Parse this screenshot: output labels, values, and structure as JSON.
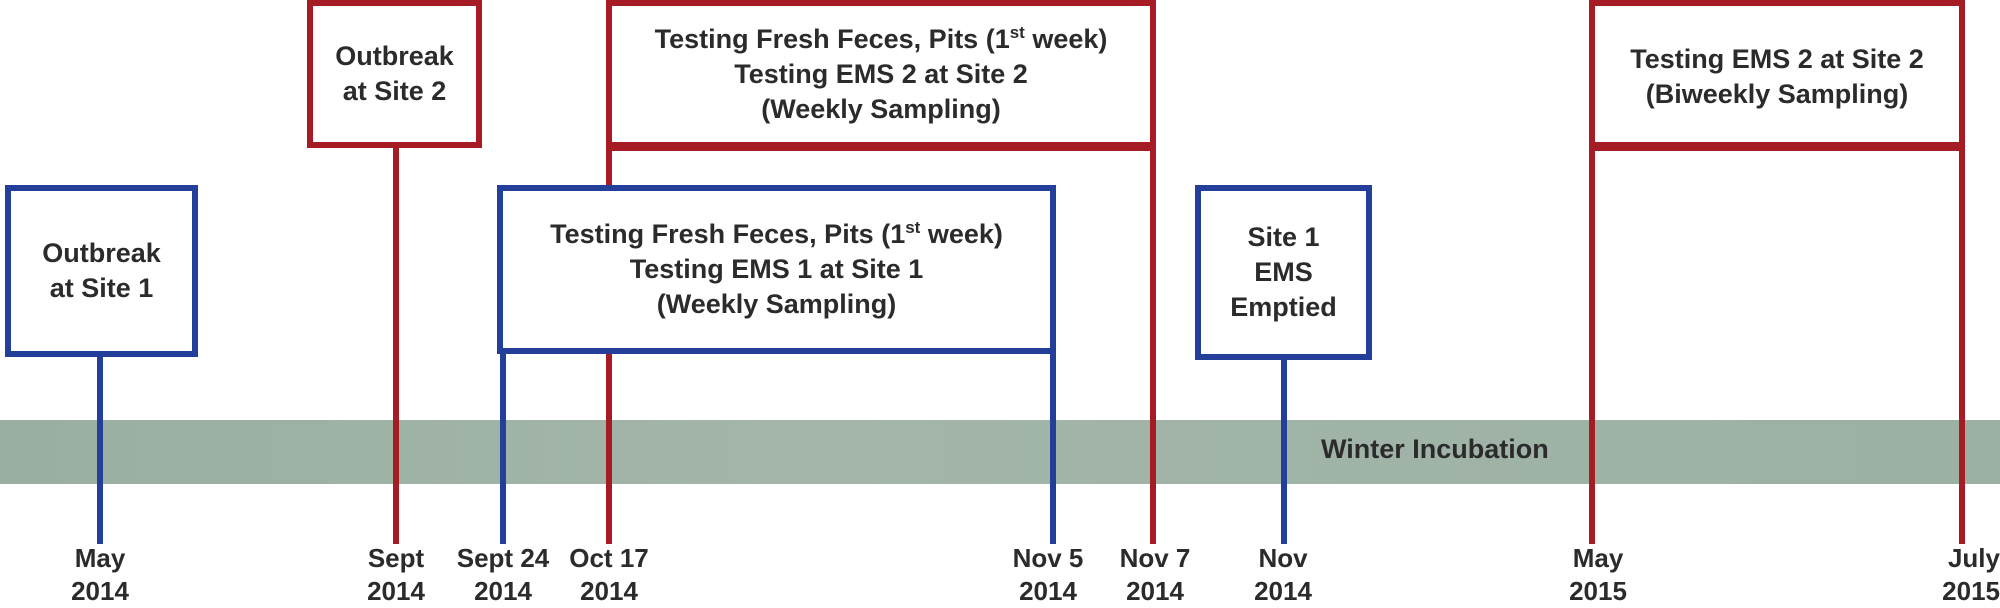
{
  "band": {
    "label": "Winter Incubation"
  },
  "boxes": {
    "outbreak_site1": {
      "lines": [
        "Outbreak",
        "at Site 1"
      ]
    },
    "outbreak_site2": {
      "lines": [
        "Outbreak",
        "at Site 2"
      ]
    },
    "testing_site2": {
      "line1_pre": "Testing Fresh Feces, Pits (1",
      "line1_sup": "st",
      "line1_post": " week)",
      "line2": "Testing EMS 2 at Site 2",
      "line3": "(Weekly Sampling)"
    },
    "testing_site1": {
      "line1_pre": "Testing Fresh Feces, Pits (1",
      "line1_sup": "st",
      "line1_post": " week)",
      "line2": "Testing EMS 1 at Site 1",
      "line3": "(Weekly Sampling)"
    },
    "site1_emptied": {
      "lines": [
        "Site 1",
        "EMS",
        "Emptied"
      ]
    },
    "biweekly_site2": {
      "lines": [
        "Testing EMS 2 at Site 2",
        "(Biweekly Sampling)"
      ]
    }
  },
  "dates": [
    {
      "month": "May",
      "year": "2014"
    },
    {
      "month": "Sept",
      "year": "2014"
    },
    {
      "month": "Sept 24",
      "year": "2014"
    },
    {
      "month": "Oct 17",
      "year": "2014"
    },
    {
      "month": "Nov 5",
      "year": "2014"
    },
    {
      "month": "Nov 7",
      "year": "2014"
    },
    {
      "month": "Nov",
      "year": "2014"
    },
    {
      "month": "May",
      "year": "2015"
    },
    {
      "month": "July",
      "year": "2015"
    }
  ],
  "colors": {
    "red": "#a51c24",
    "blue": "#243f99",
    "band": "#a0b4a8",
    "text": "#2b2b2b"
  }
}
